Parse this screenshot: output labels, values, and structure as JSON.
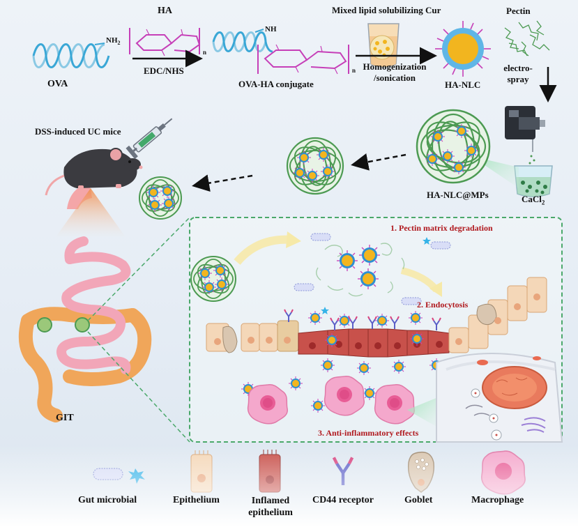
{
  "top_row": {
    "ova": "OVA",
    "ova_amine": "NH",
    "ova_amine_sub": "2",
    "ha": "HA",
    "edc_nhs": "EDC/NHS",
    "conjugate_nh": "NH",
    "conjugate_label": "OVA-HA conjugate",
    "mixed_lipid": "Mixed lipid solubilizing Cur",
    "homogenization_1": "Homogenization",
    "homogenization_2": "/sonication",
    "ha_nlc": "HA-NLC",
    "pectin": "Pectin",
    "electro_1": "electro-",
    "electro_2": "spray",
    "repeat_n": "n"
  },
  "middle_row": {
    "dss_mice": "DSS-induced UC mice",
    "microparticles": "HA-NLC@MPs",
    "cacl2": "CaCl",
    "cacl2_sub": "2"
  },
  "gut": {
    "git": "GIT",
    "step1": "1. Pectin matrix degradation",
    "step2": "2. Endocytosis",
    "step3": "3. Anti-inflammatory effects"
  },
  "legend": {
    "gut_microbial": "Gut microbial",
    "epithelium": "Epithelium",
    "inflamed_1": "Inflamed",
    "inflamed_2": "epithelium",
    "cd44": "CD44 receptor",
    "goblet": "Goblet",
    "macrophage": "Macrophage"
  },
  "colors": {
    "ova_helix": "#3aa7d6",
    "ha_chain": "#c63fb8",
    "pectin_green": "#4c9a52",
    "nlc_core": "#f2b51f",
    "step_red": "#b0191e",
    "dashed_box": "#4aa86a",
    "epithelium": "#f4d7b8",
    "inflamed": "#c8514b",
    "macrophage": "#f39ac6",
    "intestine_orange": "#f0a65a",
    "intestine_pink": "#f2a6b8"
  }
}
